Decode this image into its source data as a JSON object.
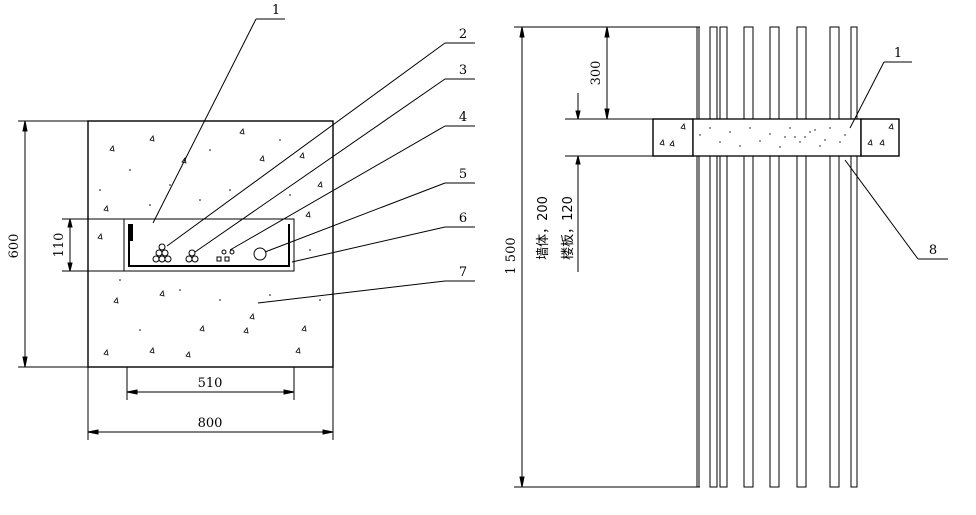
{
  "left_view": {
    "callouts": [
      "1",
      "2",
      "3",
      "4",
      "5",
      "6",
      "7"
    ],
    "dim_height": "600",
    "dim_channel_height": "110",
    "dim_channel_width": "510",
    "dim_width": "800"
  },
  "right_view": {
    "callout_top": "1",
    "callout_bottom": "8",
    "dim_total": "1 500",
    "dim_top": "300",
    "note_wall": "墙体，200",
    "note_slab": "楼板，120"
  }
}
